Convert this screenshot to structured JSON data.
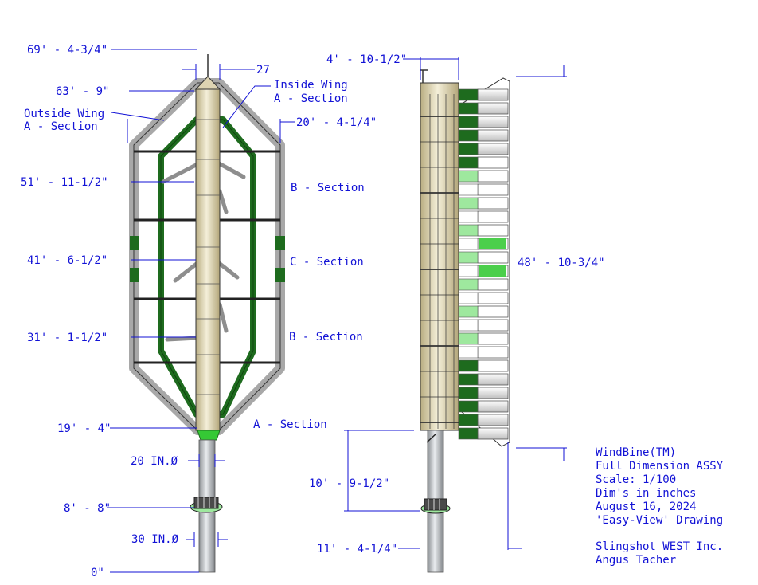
{
  "elevation_labels": {
    "top": "69' - 4-3/4\"",
    "wing_top": "63' - 9\"",
    "upper_b": "51' - 11-1/2\"",
    "mid_c": "41' - 6-1/2\"",
    "lower_b": "31' - 1-1/2\"",
    "wing_bottom": "19' - 4\"",
    "shaft_dia": "20 IN.Ø",
    "hub": "8' - 8\"",
    "base_dia": "30 IN.Ø",
    "ground": "0\""
  },
  "dimension_labels": {
    "mast_width": "27",
    "outer_offset": "20' - 4-1/4\"",
    "side_width": "4' - 10-1/2\"",
    "blade_height": "48' - 10-3/4\"",
    "clearance": "10' - 9-1/2\"",
    "base_height": "11' - 4-1/4\""
  },
  "section_labels": {
    "inside_wing_1": "Inside Wing",
    "inside_wing_2": "A - Section",
    "outside_wing_1": "Outside Wing",
    "outside_wing_2": "A - Section",
    "b_upper": "B - Section",
    "c_mid": "C - Section",
    "b_lower": "B - Section",
    "a_bottom": "A - Section"
  },
  "title_block": {
    "name": "WindBine(TM)",
    "subtitle": "Full Dimension ASSY",
    "scale": "Scale: 1/100",
    "units": "Dim's in inches",
    "date": "August 16, 2024",
    "drawing_type": "'Easy-View' Drawing",
    "company": "Slingshot WEST Inc.",
    "author": "Angus Tacher"
  },
  "colors": {
    "dimension": "#1212d6",
    "green_frame": "#1e6b1e",
    "grey_frame": "#a8a8a8",
    "mast": "#ddd4b2",
    "blade_green": "#9ee89e",
    "shaft": "#b8bcc0"
  }
}
